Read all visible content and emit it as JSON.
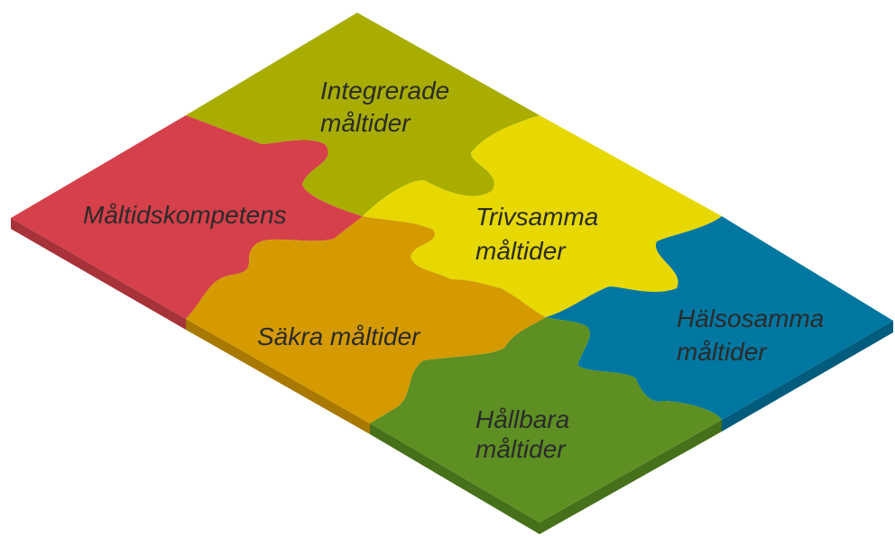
{
  "pieces": [
    {
      "id": "integrerade",
      "lines": [
        "Integrerade",
        "måltider"
      ],
      "color": "#a8ad00"
    },
    {
      "id": "maltidskompetens",
      "lines": [
        "Måltidskompetens"
      ],
      "color": "#d6404a"
    },
    {
      "id": "trivsamma",
      "lines": [
        "Trivsamma",
        "måltider"
      ],
      "color": "#e6d800"
    },
    {
      "id": "sakra",
      "lines": [
        "Säkra måltider"
      ],
      "color": "#d49a00"
    },
    {
      "id": "halsosamma",
      "lines": [
        "Hälsosamma",
        "måltider"
      ],
      "color": "#0077a0"
    },
    {
      "id": "hallbara",
      "lines": [
        "Hållbara",
        "måltider"
      ],
      "color": "#5d8f22"
    }
  ]
}
